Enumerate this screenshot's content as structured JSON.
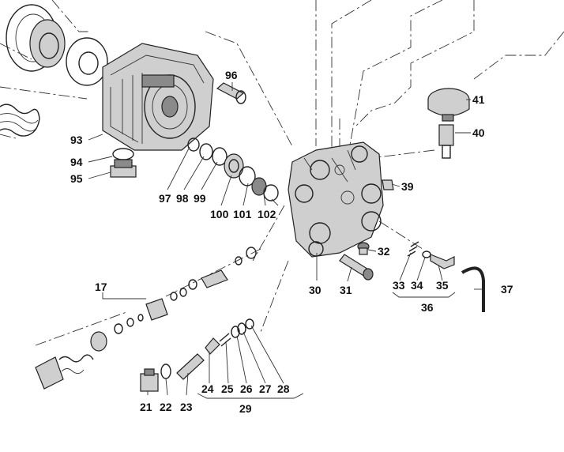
{
  "diagram": {
    "labels": {
      "p96": "96",
      "p41": "41",
      "p40": "40",
      "p93": "93",
      "p94": "94",
      "p95": "95",
      "p97": "97",
      "p98": "98",
      "p99": "99",
      "p100": "100",
      "p101": "101",
      "p102": "102",
      "p39": "39",
      "p17": "17",
      "p32": "32",
      "p30": "30",
      "p31": "31",
      "p33": "33",
      "p34": "34",
      "p35": "35",
      "p36": "36",
      "p37": "37",
      "p24": "24",
      "p25": "25",
      "p26": "26",
      "p27": "27",
      "p28": "28",
      "p29": "29",
      "p21": "21",
      "p22": "22",
      "p23": "23"
    }
  }
}
